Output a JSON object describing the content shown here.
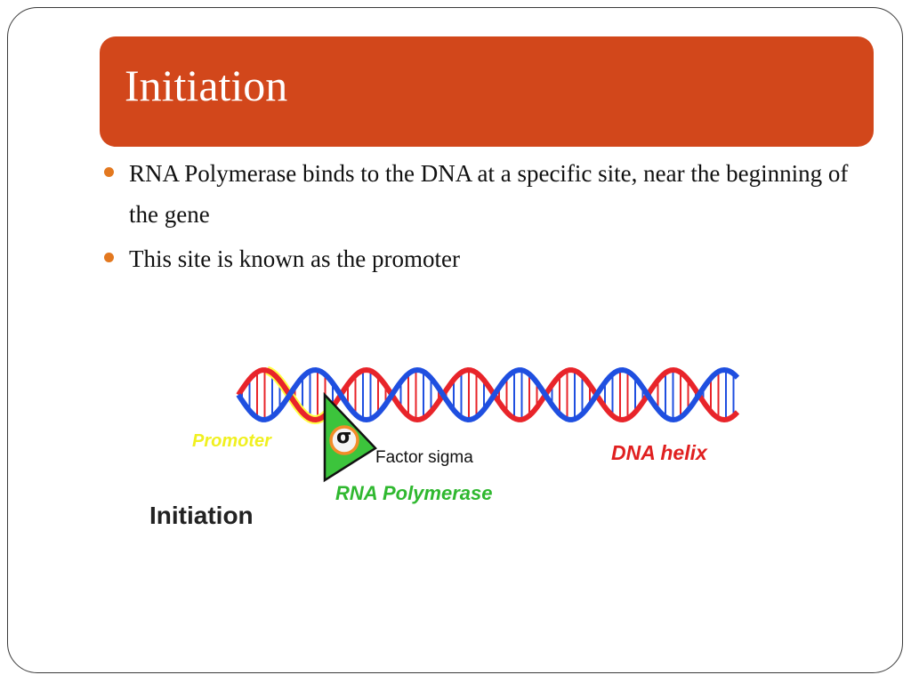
{
  "slide": {
    "title": "Initiation",
    "bullets": [
      "RNA Polymerase binds to the DNA at a specific site, near the beginning of the gene",
      "This site is known as the promoter"
    ]
  },
  "figure": {
    "labels": {
      "promoter": "Promoter",
      "sigma_symbol": "σ",
      "factor_sigma": "Factor sigma",
      "dna_helix": "DNA helix",
      "rna_polymerase": "RNA Polymerase",
      "initiation": "Initiation"
    },
    "colors": {
      "strand_red": "#e8242a",
      "strand_blue": "#1f4fe0",
      "promoter_yellow": "#ffff44",
      "polymerase_green": "#3cc43c",
      "sigma_orange": "#f28c28",
      "accent": "#d2471b"
    }
  }
}
